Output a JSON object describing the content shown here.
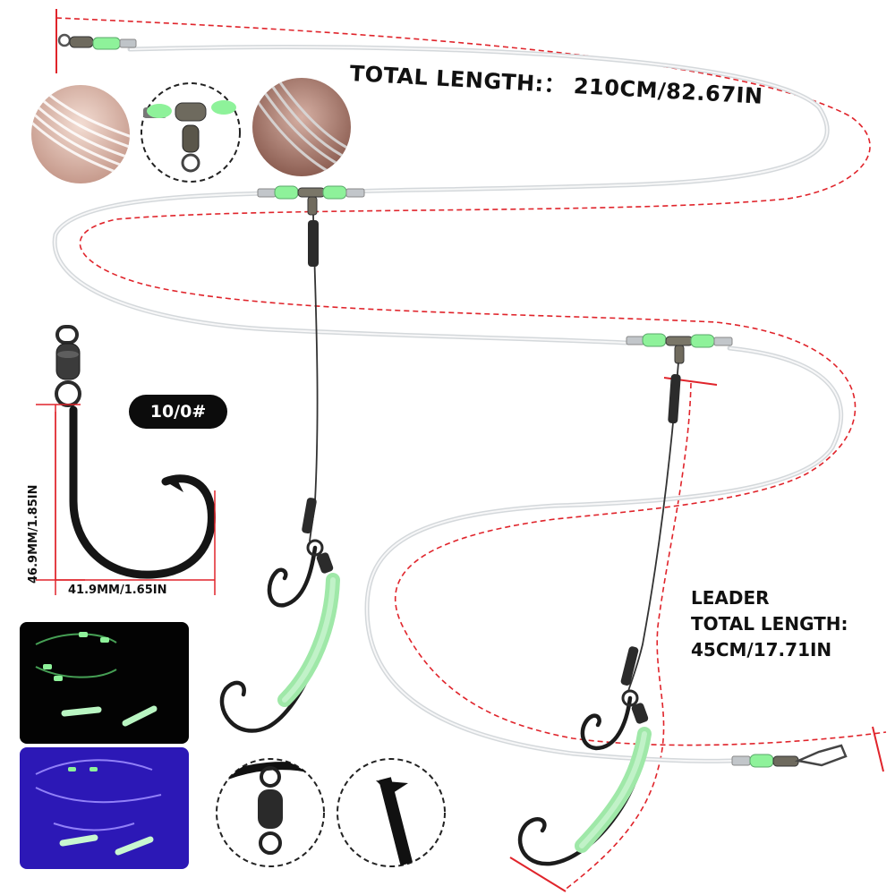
{
  "labels": {
    "total_length": "TOTAL LENGTH:：  210CM/82.67IN",
    "leader_line1": "LEADER",
    "leader_line2": "TOTAL LENGTH:",
    "leader_line3": "45CM/17.71IN",
    "hook_height": "46.9MM/1.85IN",
    "hook_width": "41.9MM/1.65IN",
    "hook_size": "10/0#"
  },
  "colors": {
    "accent_dashed": "#e0242b",
    "glow_green": "#8ef29a",
    "line": "#cfd3d6",
    "badge_bg": "#0c0c0c"
  },
  "icons": {
    "swivel": "barrel-swivel-icon",
    "snap": "snap-clip-icon",
    "hook": "circle-hook-icon"
  }
}
